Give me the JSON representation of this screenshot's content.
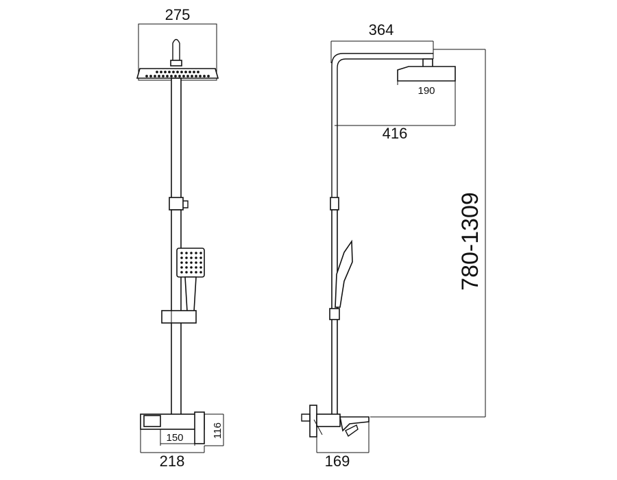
{
  "front_view": {
    "showerhead_width": "275",
    "faucet_inner_width": "150",
    "faucet_height": "116",
    "faucet_total_width": "218"
  },
  "side_view": {
    "arm_reach": "364",
    "showerhead_depth": "190",
    "head_projection": "416",
    "height_range": "780-1309",
    "faucet_depth": "169"
  }
}
